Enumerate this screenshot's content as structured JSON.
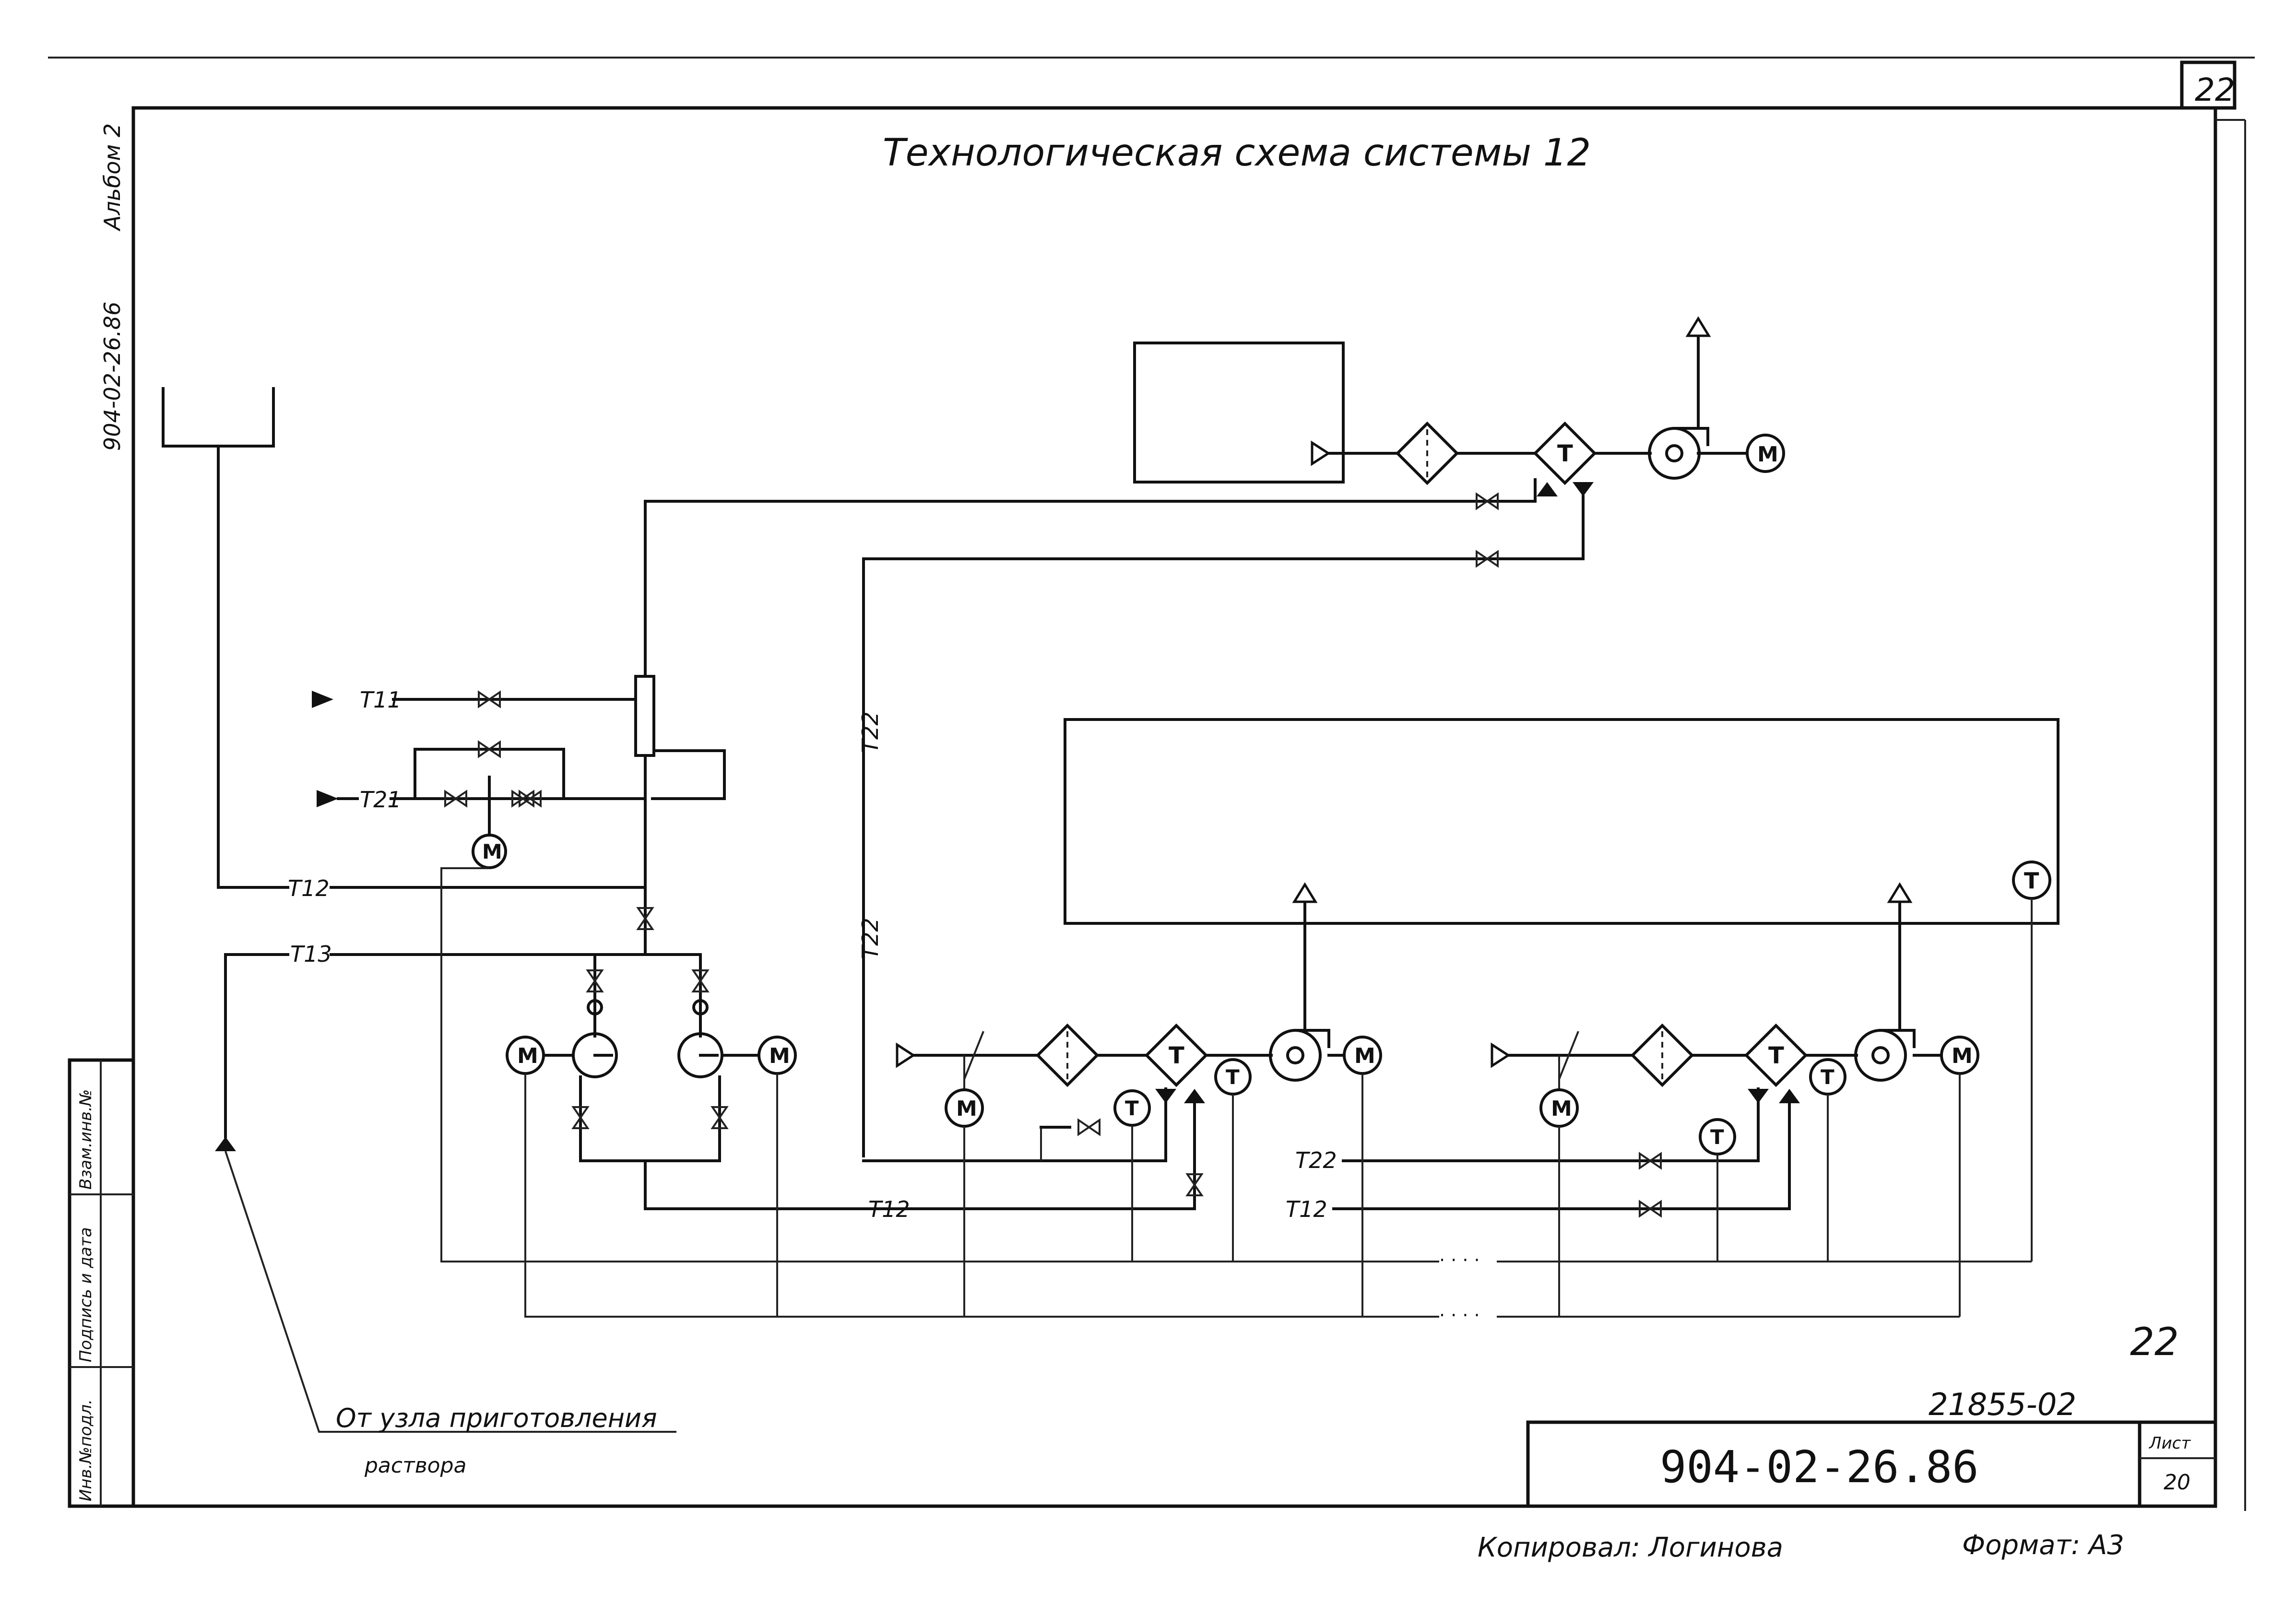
{
  "sheet": {
    "corner_number": "22",
    "title": "Технологическая схема системы 12",
    "album_label": "Альбом 2",
    "side_code": "904-02-26.86",
    "doc_code": "904-02-26.86",
    "archive_number": "21855-02",
    "sheet_label": "Лист",
    "sheet_number": "20",
    "page_mark": "22",
    "copied_by": "Копировал: Логинова",
    "format": "Формат: А3",
    "stamp_cols": [
      "Инв.№подл.",
      "Подпись и дата",
      "Взам.инв.№"
    ]
  },
  "pipes": {
    "t11": "Т11",
    "t21": "Т21",
    "t12": "Т12",
    "t13": "Т13",
    "t22": "Т22"
  },
  "symbols": {
    "motor": "М",
    "temp": "Т"
  },
  "notes": {
    "source_line1": "От узла приготовления",
    "source_line2": "раствора"
  },
  "dots": "· · · ·"
}
